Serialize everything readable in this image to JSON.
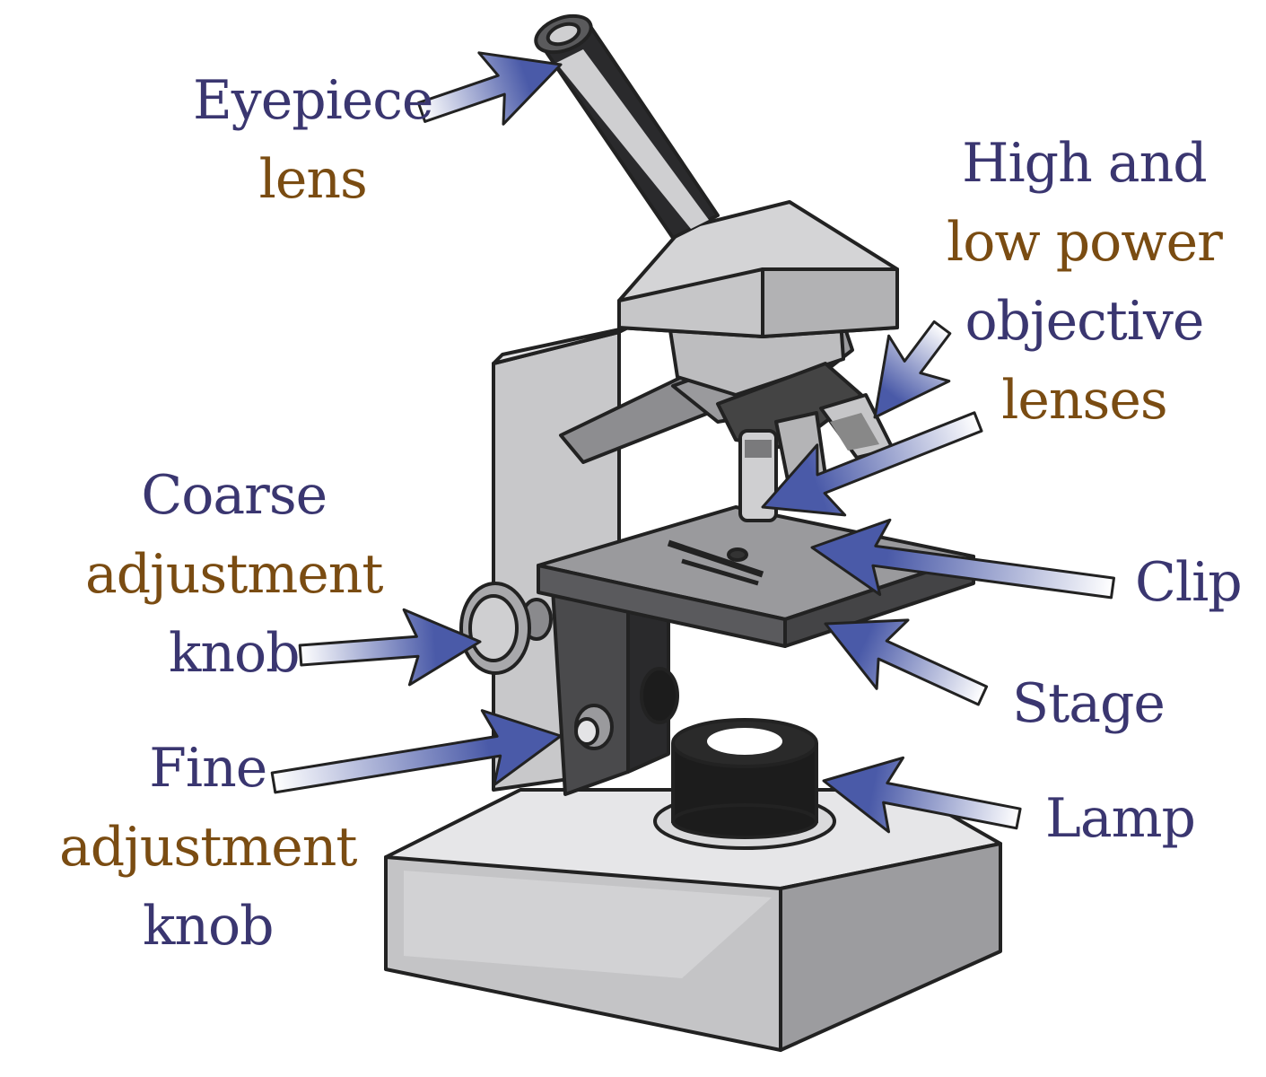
{
  "labels": {
    "eyepiece": [
      "Eyepiece",
      "lens"
    ],
    "objective": [
      "High and",
      "low power",
      "objective",
      "lenses"
    ],
    "coarse": [
      "Coarse",
      "adjustment",
      "knob"
    ],
    "fine": [
      "Fine",
      "adjustment",
      "knob"
    ],
    "clip": [
      "Clip"
    ],
    "stage": [
      "Stage"
    ],
    "lamp": [
      "Lamp"
    ]
  },
  "colors": {
    "arrow": "#4a5aa8",
    "body": "#b7b7b9",
    "body_light": "#dcdcde",
    "body_dark": "#8d8d90",
    "outline": "#222222"
  }
}
